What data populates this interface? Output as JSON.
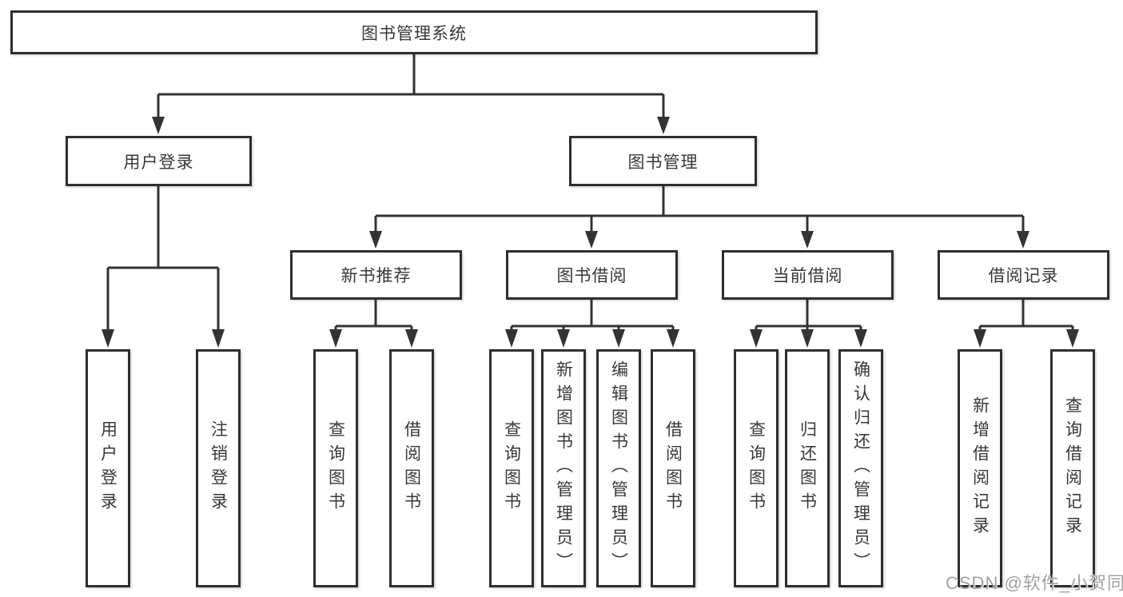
{
  "diagram": {
    "tree": {
      "root": {
        "label": "图书管理系统"
      },
      "children": [
        {
          "label": "用户登录",
          "children": [
            {
              "label": "用户登录"
            },
            {
              "label": "注销登录"
            }
          ]
        },
        {
          "label": "图书管理",
          "children": [
            {
              "label": "新书推荐",
              "children": [
                {
                  "label": "查询图书"
                },
                {
                  "label": "借阅图书"
                }
              ]
            },
            {
              "label": "图书借阅",
              "children": [
                {
                  "label": "查询图书"
                },
                {
                  "label": "新增图书（管理员）"
                },
                {
                  "label": "编辑图书（管理员）"
                },
                {
                  "label": "借阅图书"
                }
              ]
            },
            {
              "label": "当前借阅",
              "children": [
                {
                  "label": "查询图书"
                },
                {
                  "label": "归还图书"
                },
                {
                  "label": "确认归还（管理员）"
                }
              ]
            },
            {
              "label": "借阅记录",
              "children": [
                {
                  "label": "新增借阅记录"
                },
                {
                  "label": "查询借阅记录"
                }
              ]
            }
          ]
        }
      ]
    },
    "colors": {
      "line": "#333333",
      "node_border": "#2e2e2e",
      "node_fill": "#ffffff",
      "text": "#383838",
      "watermark": "#a2a2a2"
    }
  },
  "watermark": {
    "text": "CSDN @软件_小贺同学"
  }
}
